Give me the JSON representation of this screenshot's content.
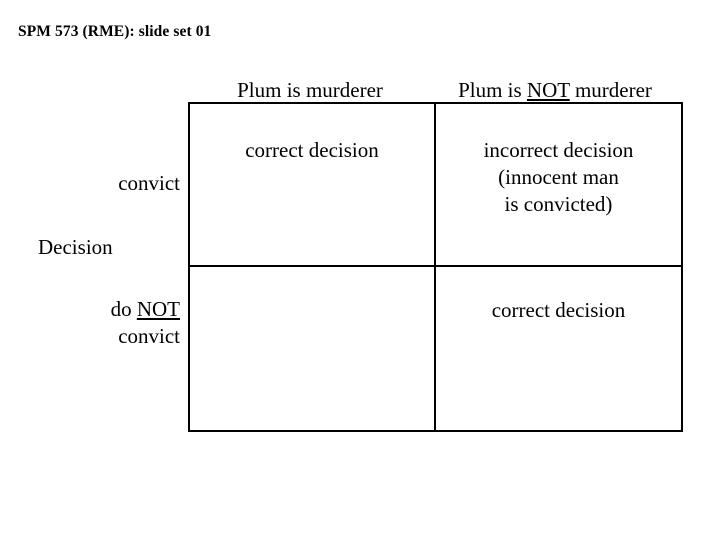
{
  "slide": {
    "title": "SPM 573 (RME): slide set 01"
  },
  "matrix": {
    "row_axis_label": "Decision",
    "column_headers": [
      {
        "prefix": "Plum is murderer",
        "emphasis": "",
        "suffix": ""
      },
      {
        "prefix": "Plum is ",
        "emphasis": "NOT",
        "suffix": " murderer"
      }
    ],
    "row_labels": [
      {
        "line1_prefix": "convict",
        "line1_emphasis": "",
        "line1_suffix": "",
        "line2": ""
      },
      {
        "line1_prefix": "do ",
        "line1_emphasis": "NOT",
        "line1_suffix": "",
        "line2": "convict"
      }
    ],
    "cells": [
      {
        "row": 0,
        "col": 0,
        "lines": [
          "correct decision"
        ],
        "text": "correct decision"
      },
      {
        "row": 0,
        "col": 1,
        "lines": [
          "incorrect decision",
          "(innocent man",
          "is convicted)"
        ],
        "text": "incorrect decision\n(innocent man\nis convicted)"
      },
      {
        "row": 1,
        "col": 0,
        "lines": [],
        "text": ""
      },
      {
        "row": 1,
        "col": 1,
        "lines": [
          "correct decision"
        ],
        "text": "correct decision"
      }
    ]
  },
  "colors": {
    "background": "#ffffff",
    "text": "#000000",
    "border": "#000000"
  }
}
